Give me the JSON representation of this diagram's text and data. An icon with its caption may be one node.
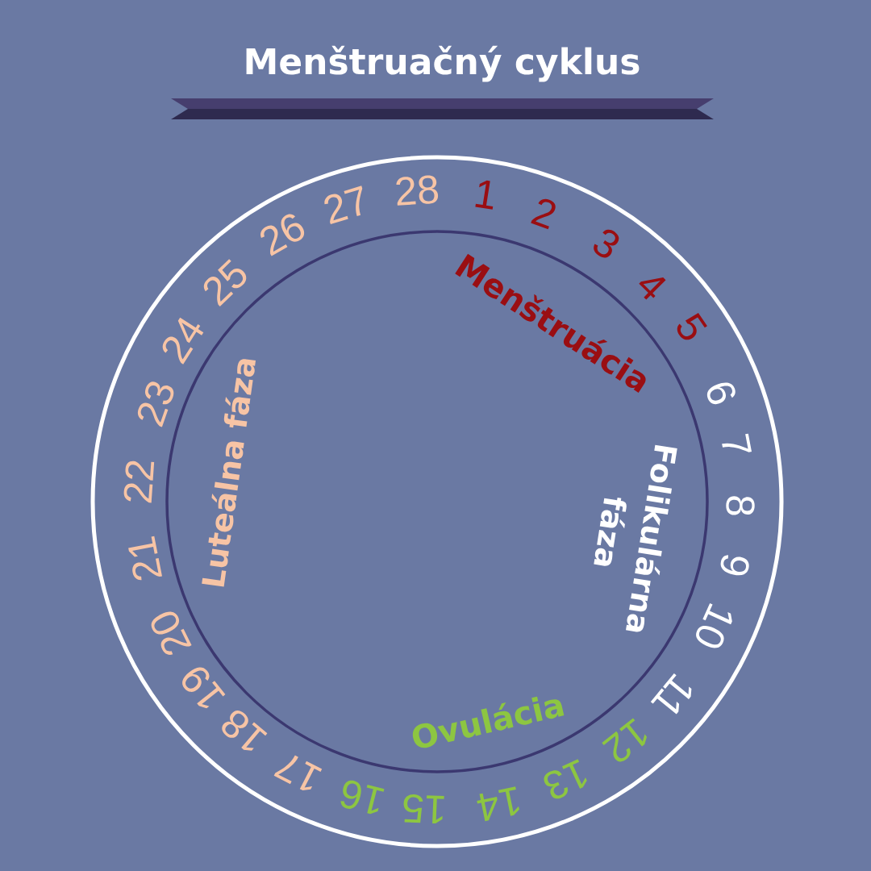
{
  "diagram": {
    "title": "Menštruačný cyklus",
    "labels": [
      "1",
      "2",
      "3",
      "4",
      "5",
      "6",
      "7",
      "8",
      "9",
      "10",
      "11",
      "12",
      "13",
      "14",
      "15",
      "16",
      "17",
      "18",
      "19",
      "20",
      "21",
      "22",
      "23",
      "24",
      "25",
      "26",
      "27",
      "28",
      "Menštruácia",
      "Folikulárna fáza",
      "Ovulácia",
      "Luteálna fáza"
    ]
  }
}
